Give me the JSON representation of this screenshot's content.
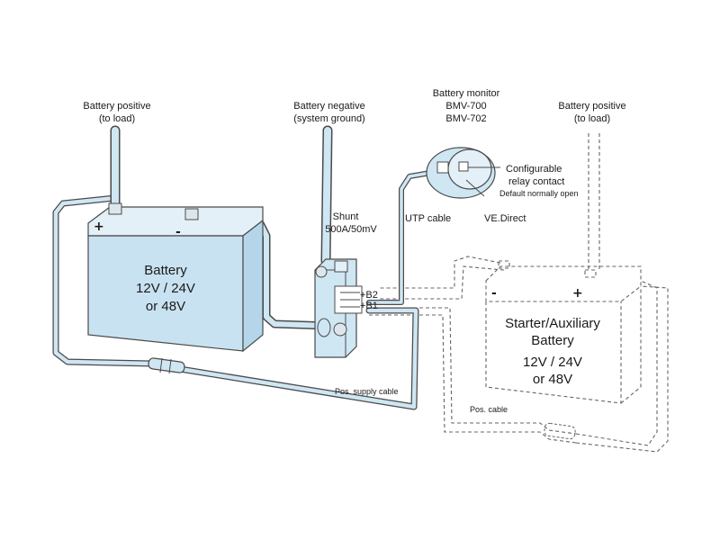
{
  "colors": {
    "cable_fill": "#cfe6f3",
    "cable_outline": "#4a4a4a",
    "battery_face": "#c9e2f1",
    "battery_top": "#e4f0f7",
    "dashed": "#666666"
  },
  "labels": {
    "battery_positive_left_1": "Battery positive",
    "battery_positive_left_2": "(to load)",
    "battery_negative_1": "Battery negative",
    "battery_negative_2": "(system ground)",
    "battery_monitor_1": "Battery monitor",
    "battery_monitor_2": "BMV-700",
    "battery_monitor_3": "BMV-702",
    "battery_positive_right_1": "Battery positive",
    "battery_positive_right_2": "(to load)",
    "relay_1": "Configurable",
    "relay_2": "relay contact",
    "relay_3": "Default normally open",
    "ve_direct": "VE.Direct",
    "utp_cable": "UTP cable",
    "shunt_1": "Shunt",
    "shunt_2": "500A/50mV",
    "b2": "+B2",
    "b1": "+B1",
    "pos_supply_cable": "Pos. supply cable",
    "pos_cable": "Pos. cable"
  },
  "main_battery": {
    "line1": "Battery",
    "line2": "12V  / 24V",
    "line3": "or 48V",
    "plus": "+",
    "minus": "-"
  },
  "aux_battery": {
    "line1": "Starter/Auxiliary",
    "line2": "Battery",
    "line3": "12V  / 24V",
    "line4": "or 48V",
    "plus": "+",
    "minus": "-"
  }
}
